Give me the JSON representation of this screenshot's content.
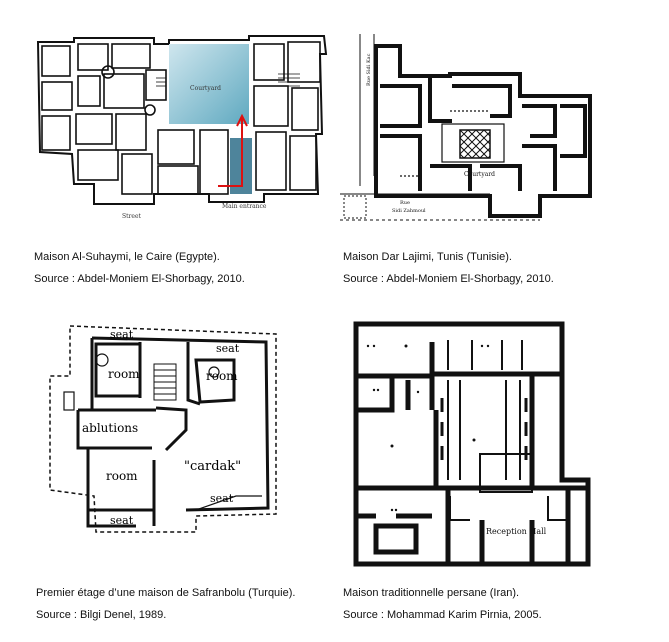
{
  "figures": [
    {
      "caption": "Maison Al-Suhaymi, le Caire (Egypte).",
      "source": "Source : Abdel-Moniem El-Shorbagy, 2010.",
      "labels": {
        "courtyard": "Courtyard",
        "street": "Street",
        "entrance": "Main entrance"
      }
    },
    {
      "caption": "Maison Dar Lajimi, Tunis (Tunisie).",
      "source": "Source : Abdel-Moniem El-Shorbagy, 2010.",
      "labels": {
        "courtyard": "Courtyard",
        "rue_top": "Rue Sidi Kac",
        "rue_bottom_1": "Rue",
        "rue_bottom_2": "Sidi Zahmoul"
      }
    },
    {
      "caption": "Premier étage d’une maison de Safranbolu (Turquie).",
      "source": "Source : Bilgi Denel, 1989.",
      "labels": {
        "seat_tl": "seat",
        "seat_tr": "seat",
        "room_l": "room",
        "room_r": "room",
        "ablutions": "ablutions",
        "room_bl": "room",
        "cardak": "\"cardak\"",
        "seat_br": "seat",
        "seat_b": "seat"
      }
    },
    {
      "caption": "Maison traditionnelle persane (Iran).",
      "source": "Source : Mohammad Karim Pirnia, 2005.",
      "labels": {
        "reception": "Reception Hall"
      }
    }
  ]
}
